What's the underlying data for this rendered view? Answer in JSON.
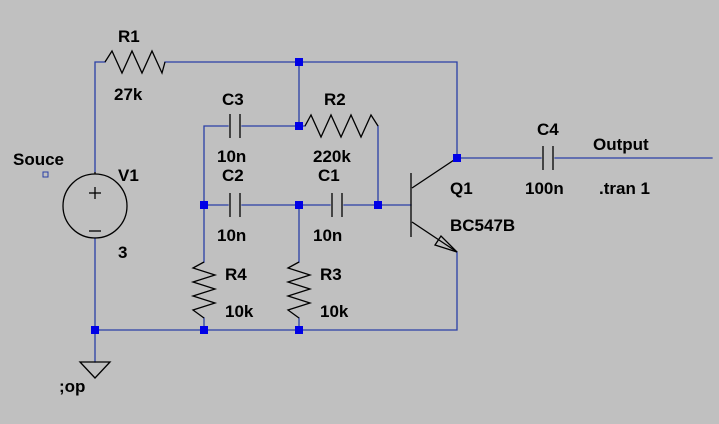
{
  "colors": {
    "background": "#c0c0c0",
    "wire": "#2a3fa6",
    "component": "#000000",
    "junction": "#0000e6"
  },
  "labels": {
    "r1_name": "R1",
    "r1_value": "27k",
    "r2_name": "R2",
    "r2_value": "220k",
    "r3_name": "R3",
    "r3_value": "10k",
    "r4_name": "R4",
    "r4_value": "10k",
    "c1_name": "C1",
    "c1_value": "10n",
    "c2_name": "C2",
    "c2_value": "10n",
    "c3_name": "C3",
    "c3_value": "10n",
    "c4_name": "C4",
    "c4_value": "100n",
    "v1_name": "V1",
    "v1_value": "3",
    "q1_name": "Q1",
    "q1_model": "BC547B",
    "source_label": "Souce",
    "output_label": "Output",
    "ground_label": ";op",
    "directive": ".tran 1"
  }
}
